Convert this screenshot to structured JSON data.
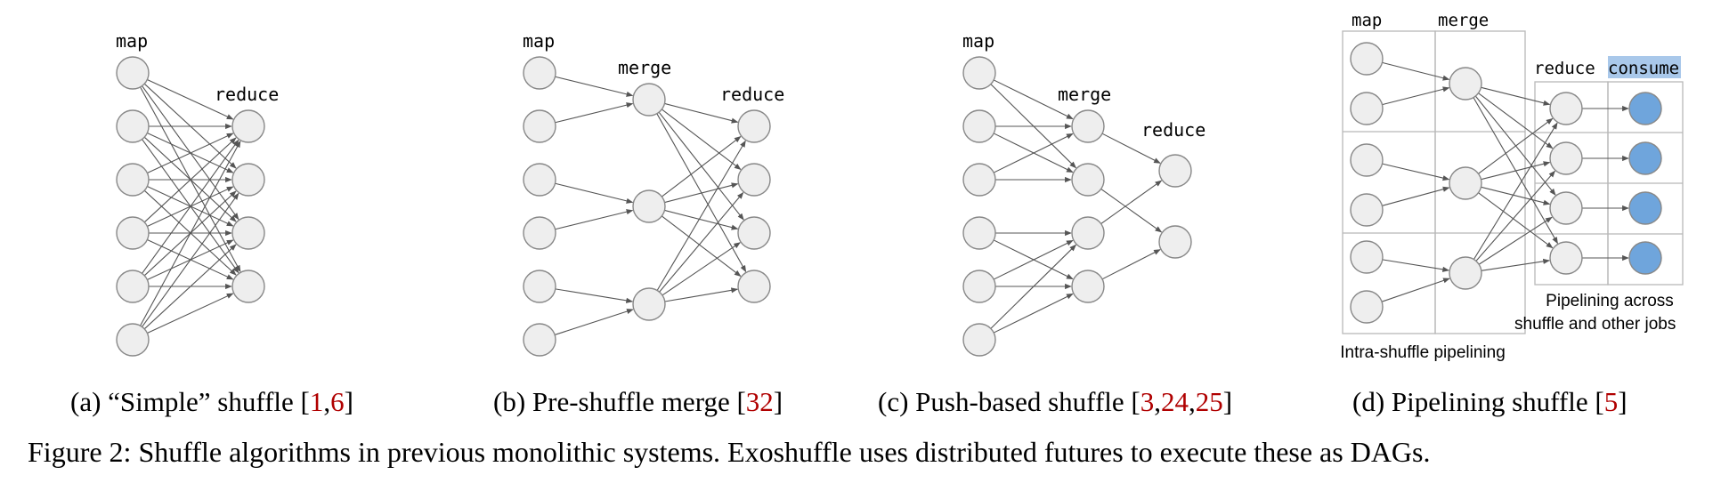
{
  "colors": {
    "node_fill": "#eeeeee",
    "node_stroke": "#888888",
    "edge": "#555555",
    "consume_fill": "#6fa5dc",
    "consume_highlight": "#a9c8ea",
    "citation": "#b00000",
    "grid_line": "#b8b8b8"
  },
  "panel_a": {
    "label_map": "map",
    "label_reduce": "reduce",
    "caption_prefix": "(a) “Simple” shuffle [",
    "cite1": "1",
    "sep1": ",",
    "cite2": "6",
    "caption_suffix": "]"
  },
  "panel_b": {
    "label_map": "map",
    "label_merge": "merge",
    "label_reduce": "reduce",
    "caption_prefix": "(b) Pre-shuffle merge [",
    "cite1": "32",
    "caption_suffix": "]"
  },
  "panel_c": {
    "label_map": "map",
    "label_merge": "merge",
    "label_reduce": "reduce",
    "caption_prefix": "(c) Push-based shuffle [",
    "cite1": "3",
    "sep1": ",",
    "cite2": "24",
    "sep2": ",",
    "cite3": "25",
    "caption_suffix": "]"
  },
  "panel_d": {
    "label_map": "map",
    "label_merge": "merge",
    "label_reduce": "reduce",
    "label_consume": "consume",
    "note_pipelining_1": "Pipelining across",
    "note_pipelining_2": "shuffle and other jobs",
    "note_intra": "Intra-shuffle pipelining",
    "caption_prefix": "(d) Pipelining shuffle [",
    "cite1": "5",
    "caption_suffix": "]"
  },
  "figure_caption": "Figure 2: Shuffle algorithms in previous monolithic systems. Exoshuffle uses distributed futures to execute these as DAGs."
}
